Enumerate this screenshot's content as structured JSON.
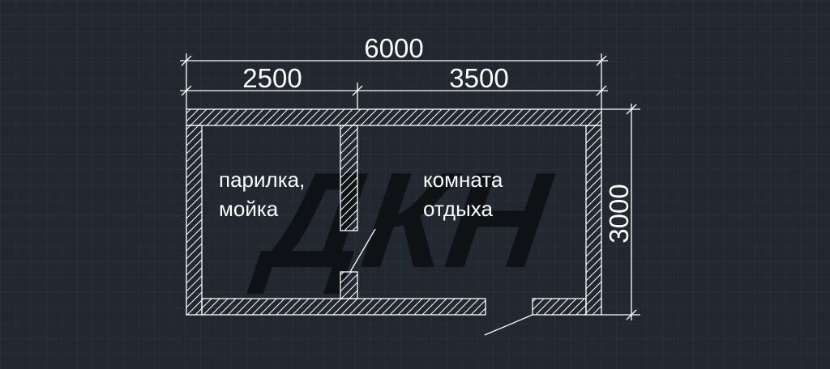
{
  "dimensions": {
    "total_width": "6000",
    "left_section": "2500",
    "right_section": "3500",
    "height": "3000"
  },
  "rooms": {
    "steam_room_line1": "парилка,",
    "steam_room_line2": "мойка",
    "rest_room_line1": "комната",
    "rest_room_line2": "отдыха"
  },
  "watermark": "ДКН",
  "colors": {
    "background": "#212830",
    "grid": "#2c343d",
    "lines": "#ffffff",
    "watermark": "#000000"
  }
}
